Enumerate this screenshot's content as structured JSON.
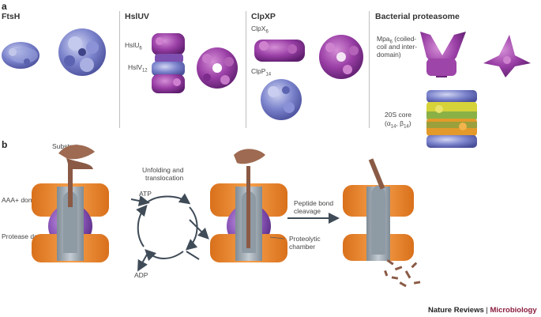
{
  "panel_a": {
    "letter": "a",
    "columns": [
      {
        "title": "FtsH"
      },
      {
        "title": "HslUV",
        "labels": [
          "HslU",
          "HslV"
        ],
        "subscripts": [
          "6",
          "12"
        ]
      },
      {
        "title": "ClpXP",
        "labels": [
          "ClpX",
          "ClpP"
        ],
        "subscripts": [
          "6",
          "14"
        ]
      },
      {
        "title": "Bacterial proteasome",
        "mpa_label": "Mpa",
        "mpa_sub": "6",
        "mpa_desc": [
          "(coiled-",
          "coil and inter-",
          "domain)"
        ],
        "core_label": "20S core",
        "core_formula": {
          "open": "(α",
          "a_sub": "14",
          "mid": ", β",
          "b_sub": "14",
          "close": ")"
        }
      }
    ]
  },
  "panel_b": {
    "letter": "b",
    "labels": {
      "substrate": "Substrate",
      "aaa": "AAA+ domain",
      "protease": "Protease domain",
      "unfolding": [
        "Unfolding and",
        "translocation"
      ],
      "atp": "ATP",
      "adp": "ADP",
      "peptide": [
        "Peptide bond",
        "cleavage"
      ],
      "chamber": [
        "Proteolytic",
        "chamber"
      ]
    }
  },
  "footer": {
    "journal": "Nature Reviews",
    "separator": " | ",
    "subject": "Microbiology"
  },
  "colors": {
    "blue": "#6b74c4",
    "light_blue": "#b6bde6",
    "purple": "#8c3e9c",
    "magenta": "#b04fb0",
    "orange": "#f08a2a",
    "violet": "#8a55b8",
    "grey": "#a9b4bd",
    "brown": "#8a5a45",
    "yellow": "#d6d23a",
    "green": "#6aa34a",
    "subject": "#8a1c3c"
  }
}
